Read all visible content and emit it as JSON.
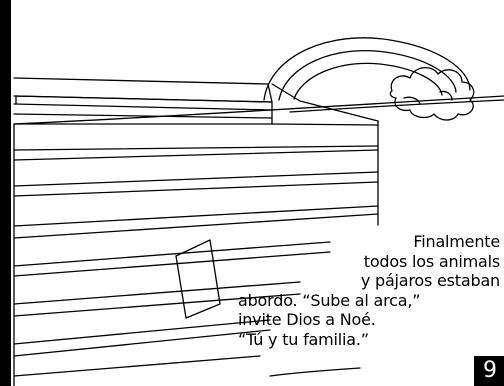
{
  "caption": {
    "lines": [
      "Finalmente",
      "todos los animals",
      "y pájaros estaban",
      "abordo.  “Sube al arca,”",
      "invite Dios a Noé.",
      "“Tú y tu familia.”"
    ]
  },
  "page_number": "9",
  "colors": {
    "ink": "#000000",
    "paper": "#ffffff"
  }
}
